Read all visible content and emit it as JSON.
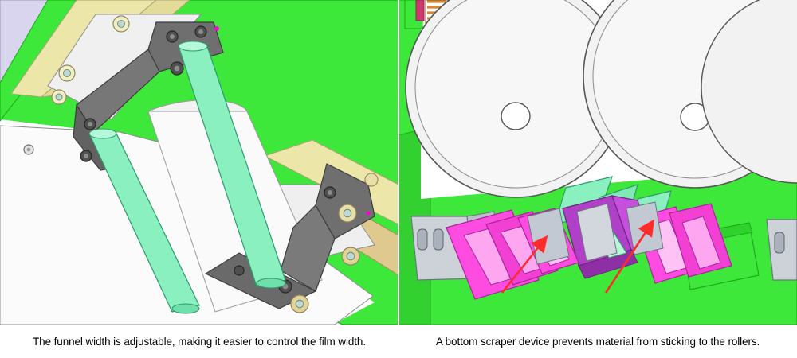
{
  "figure": {
    "panel_count": 2,
    "background": "#ffffff",
    "caption_color": "#000000"
  },
  "panels": [
    {
      "id": "left",
      "name": "funnel-assembly-cad-view",
      "caption": "The funnel width is adjustable, making it easier to control the film width.",
      "colors": {
        "green_frame": "#3de83a",
        "beige_plate": "#ece6a8",
        "gray_bracket": "#6e6e6e",
        "light_gray": "#c9c9c9",
        "mint_rod": "#8bf0c0",
        "white_body": "#f5f5f5",
        "lavender": "#d8d4ee",
        "magenta_dot": "#ff00d4"
      }
    },
    {
      "id": "right",
      "name": "roller-scraper-cad-view",
      "caption": "A bottom scraper device prevents material from sticking to the rollers.",
      "colors": {
        "green_frame": "#3de83a",
        "roller_white": "#f2f2f2",
        "roller_outline": "#555555",
        "magenta_scraper": "#ff4ce0",
        "purple_block": "#b040c8",
        "mint_blade": "#8bf0c0",
        "gray_plate": "#bdc3cc",
        "arrow_red": "#ff2a2a",
        "copper_spring": "#d08a3a"
      },
      "annotations": [
        {
          "name": "arrow-left",
          "label": "",
          "color": "#ff2a2a"
        },
        {
          "name": "arrow-right",
          "label": "",
          "color": "#ff2a2a"
        }
      ]
    }
  ]
}
